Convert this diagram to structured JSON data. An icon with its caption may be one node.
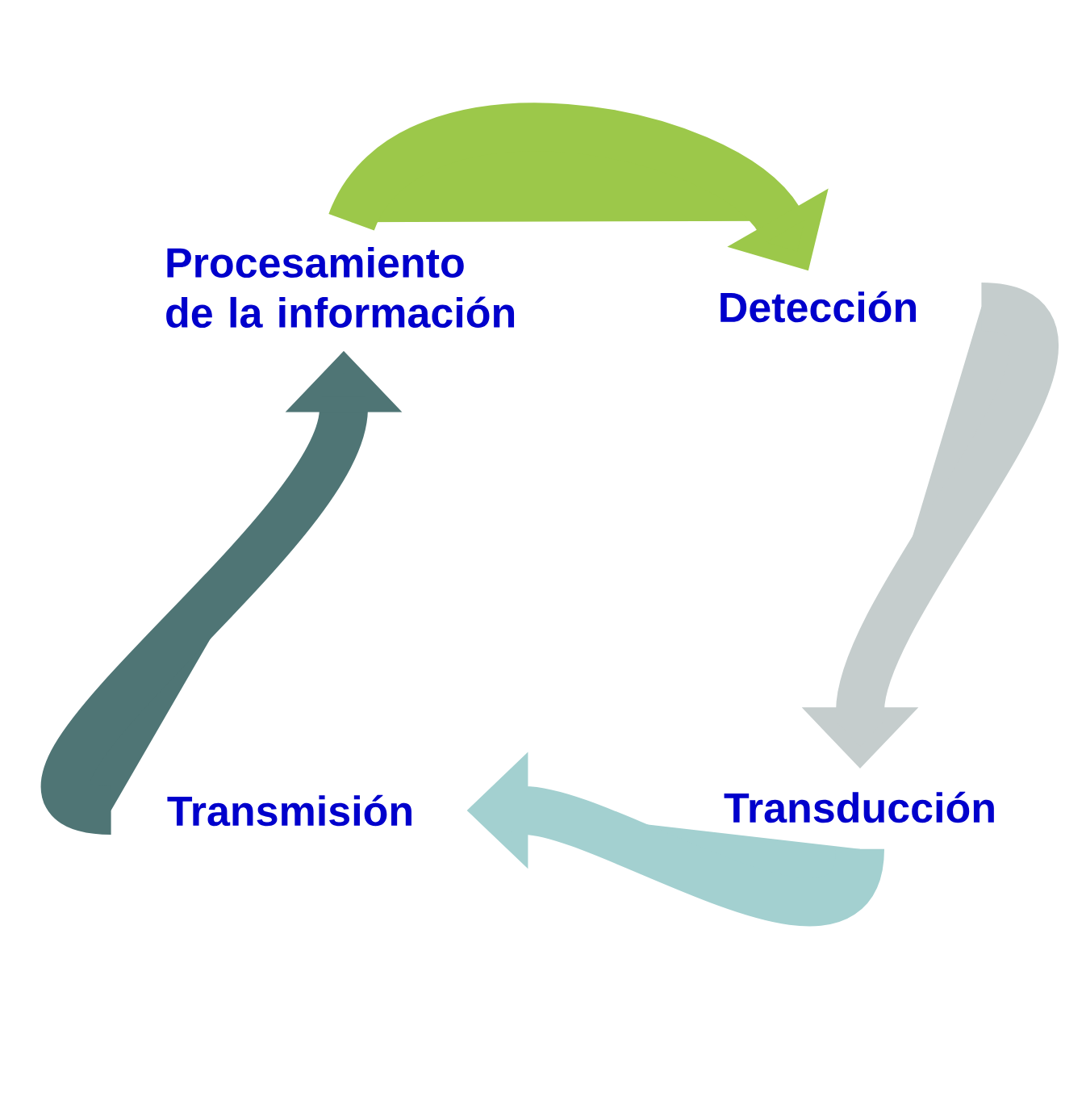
{
  "diagram": {
    "nodes": [
      {
        "text": [
          "Procesamiento de la información"
        ]
      },
      {
        "text": [
          "Detección"
        ]
      },
      {
        "text": [
          "Transducción"
        ]
      },
      {
        "text": [
          "Transmisión"
        ]
      }
    ],
    "edges": [
      {
        "from": 0,
        "to": 1,
        "arrow": "to",
        "color": "#9cc84a"
      },
      {
        "from": 1,
        "to": 2,
        "arrow": "to",
        "color": "#c5cdcd"
      },
      {
        "from": 2,
        "to": 3,
        "arrow": "to",
        "color": "#a3d0d0"
      },
      {
        "from": 3,
        "to": 0,
        "arrow": "to",
        "color": "#4f7575"
      }
    ]
  }
}
